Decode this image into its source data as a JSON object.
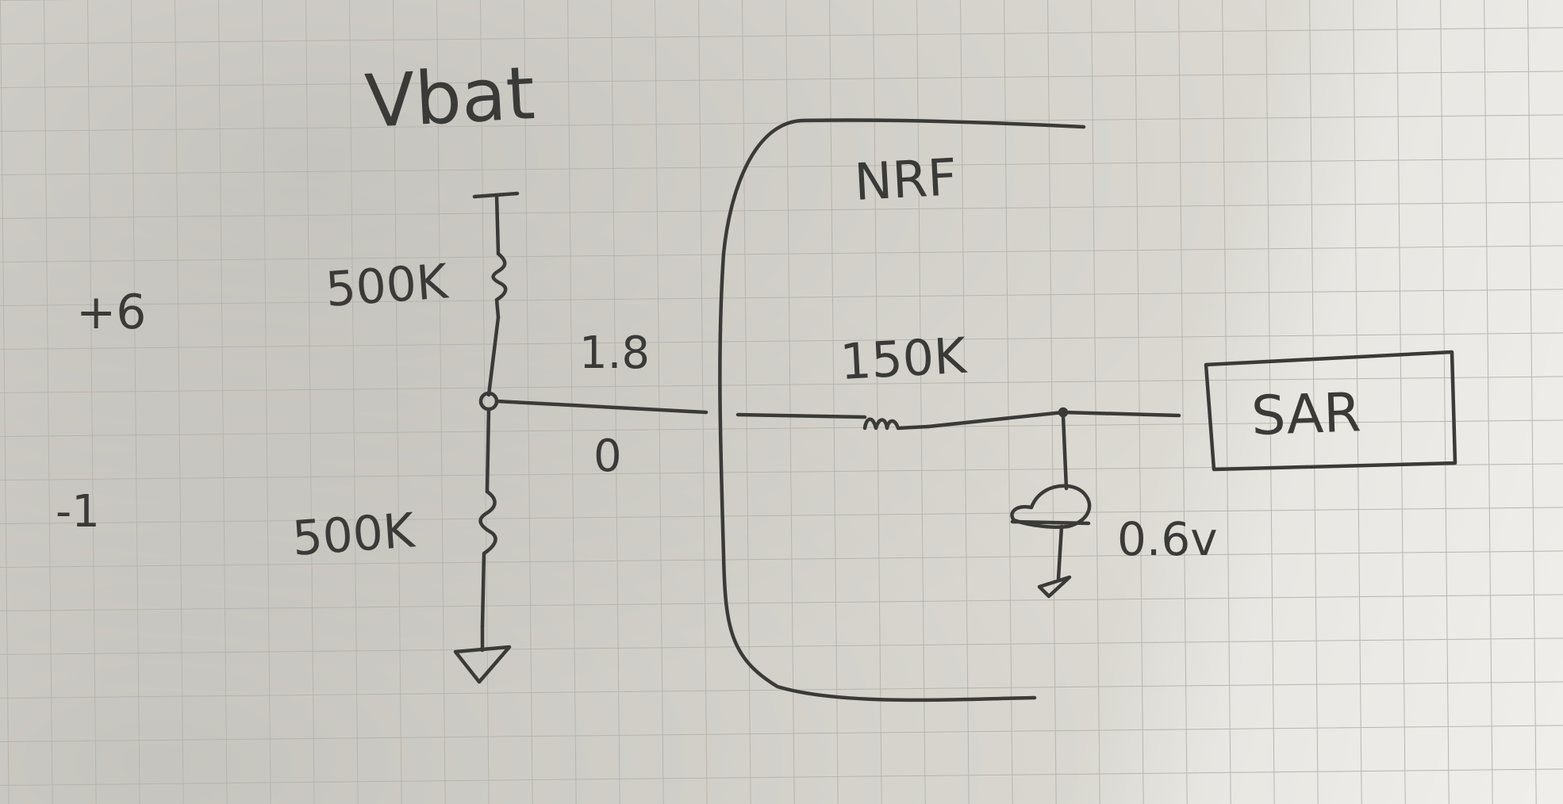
{
  "diagram": {
    "supply_label": "Vbat",
    "chip_label": "NRF",
    "labels": {
      "upper_resistor": "500K",
      "lower_resistor": "500K",
      "series_resistor": "150K",
      "node_voltage_top": "1.8",
      "node_voltage_bottom": "0",
      "diode_voltage": "0.6v",
      "block_label": "SAR",
      "left_note_top": "+6",
      "left_note_bottom": "-1"
    }
  },
  "colors": {
    "paper": "#dcdad3",
    "grid": "#b9b7b1",
    "ink": "#3a3a38"
  }
}
